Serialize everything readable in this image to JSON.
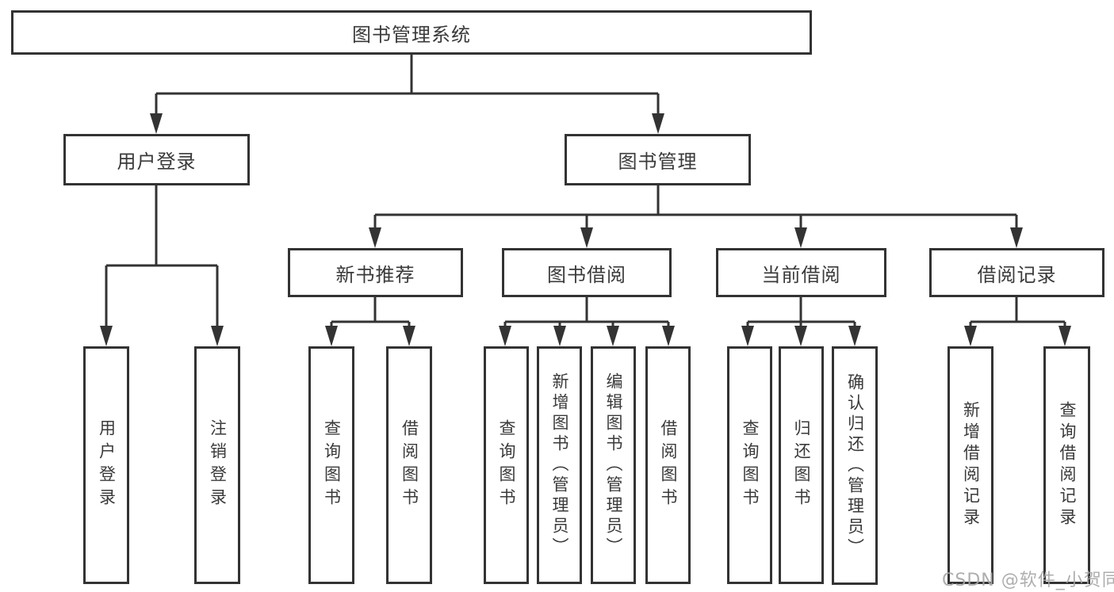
{
  "diagram": {
    "root": {
      "label": "图书管理系统"
    },
    "level2": {
      "user_login": {
        "label": "用户登录"
      },
      "book_management": {
        "label": "图书管理"
      }
    },
    "level3": {
      "new_book_recommend": {
        "label": "新书推荐"
      },
      "book_borrow": {
        "label": "图书借阅"
      },
      "current_borrow": {
        "label": "当前借阅"
      },
      "borrow_records": {
        "label": "借阅记录"
      }
    },
    "leaves": {
      "user_login": [
        "用户登录",
        "注销登录"
      ],
      "new_book_recommend": [
        "查询图书",
        "借阅图书"
      ],
      "book_borrow": [
        "查询图书",
        "新增图书（管理员）",
        "编辑图书（管理员）",
        "借阅图书"
      ],
      "current_borrow": [
        "查询图书",
        "归还图书",
        "确认归还（管理员）"
      ],
      "borrow_records": [
        "新增借阅记录",
        "查询借阅记录"
      ]
    },
    "watermark": "CSDN @软件_小贺同学",
    "colors": {
      "line": "#333333",
      "text": "#3a3a3a",
      "watermark": "#a5a5a5",
      "background": "#ffffff"
    }
  }
}
